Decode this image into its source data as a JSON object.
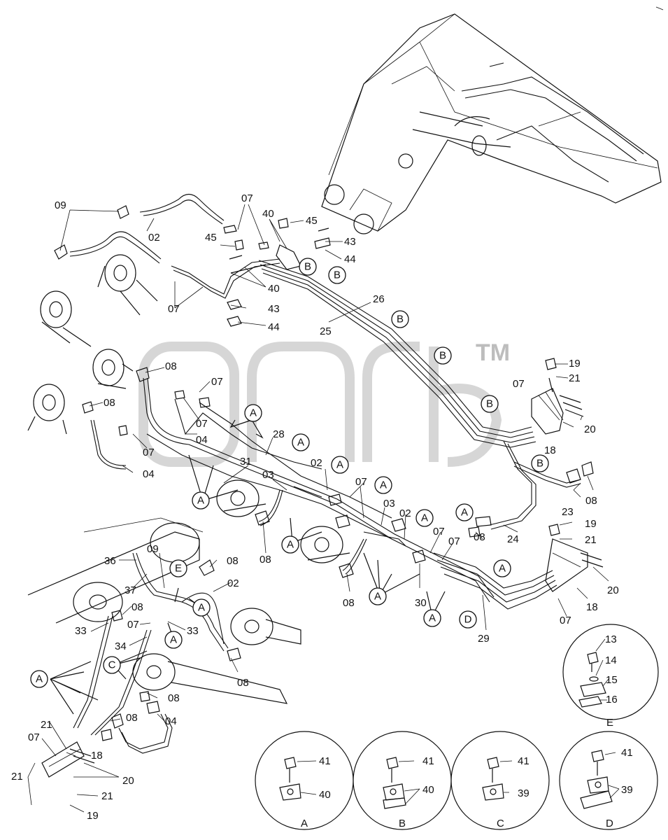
{
  "diagram": {
    "watermark": {
      "text": "",
      "trademark": "TM"
    },
    "part_labels": [
      {
        "id": "p09a",
        "text": "09"
      },
      {
        "id": "p02a",
        "text": "02"
      },
      {
        "id": "p07a",
        "text": "07"
      },
      {
        "id": "p40a",
        "text": "40"
      },
      {
        "id": "p45a",
        "text": "45"
      },
      {
        "id": "p45b",
        "text": "45"
      },
      {
        "id": "p43a",
        "text": "43"
      },
      {
        "id": "p44a",
        "text": "44"
      },
      {
        "id": "p40b",
        "text": "40"
      },
      {
        "id": "p07b",
        "text": "07"
      },
      {
        "id": "p43b",
        "text": "43"
      },
      {
        "id": "p44b",
        "text": "44"
      },
      {
        "id": "p26",
        "text": "26"
      },
      {
        "id": "p25",
        "text": "25"
      },
      {
        "id": "p19a",
        "text": "19"
      },
      {
        "id": "p21a",
        "text": "21"
      },
      {
        "id": "p07c",
        "text": "07"
      },
      {
        "id": "p20a",
        "text": "20"
      },
      {
        "id": "p18a",
        "text": "18"
      },
      {
        "id": "p08a",
        "text": "08"
      },
      {
        "id": "p08b",
        "text": "08"
      },
      {
        "id": "p07d",
        "text": "07"
      },
      {
        "id": "p07e",
        "text": "07"
      },
      {
        "id": "p07f",
        "text": "07"
      },
      {
        "id": "p04a",
        "text": "04"
      },
      {
        "id": "p04b",
        "text": "04"
      },
      {
        "id": "p28",
        "text": "28"
      },
      {
        "id": "p31",
        "text": "31"
      },
      {
        "id": "p03a",
        "text": "03"
      },
      {
        "id": "p02b",
        "text": "02"
      },
      {
        "id": "p07g",
        "text": "07"
      },
      {
        "id": "p03b",
        "text": "03"
      },
      {
        "id": "p02c",
        "text": "02"
      },
      {
        "id": "p07h",
        "text": "07"
      },
      {
        "id": "p07i",
        "text": "07"
      },
      {
        "id": "p08c",
        "text": "08"
      },
      {
        "id": "p23",
        "text": "23"
      },
      {
        "id": "p08d",
        "text": "08"
      },
      {
        "id": "p24",
        "text": "24"
      },
      {
        "id": "p08e",
        "text": "08"
      },
      {
        "id": "p08f",
        "text": "08"
      },
      {
        "id": "p30",
        "text": "30"
      },
      {
        "id": "p29",
        "text": "29"
      },
      {
        "id": "p19b",
        "text": "19"
      },
      {
        "id": "p21b",
        "text": "21"
      },
      {
        "id": "p20b",
        "text": "20"
      },
      {
        "id": "p18b",
        "text": "18"
      },
      {
        "id": "p07j",
        "text": "07"
      },
      {
        "id": "p36",
        "text": "36"
      },
      {
        "id": "p09b",
        "text": "09"
      },
      {
        "id": "p08g",
        "text": "08"
      },
      {
        "id": "p02d",
        "text": "02"
      },
      {
        "id": "p37",
        "text": "37"
      },
      {
        "id": "p08h",
        "text": "08"
      },
      {
        "id": "p07k",
        "text": "07"
      },
      {
        "id": "p33a",
        "text": "33"
      },
      {
        "id": "p33b",
        "text": "33"
      },
      {
        "id": "p34",
        "text": "34"
      },
      {
        "id": "p08i",
        "text": "08"
      },
      {
        "id": "p08j",
        "text": "08"
      },
      {
        "id": "p08k",
        "text": "08"
      },
      {
        "id": "p04c",
        "text": "04"
      },
      {
        "id": "p21c",
        "text": "21"
      },
      {
        "id": "p07l",
        "text": "07"
      },
      {
        "id": "p18c",
        "text": "18"
      },
      {
        "id": "p21d",
        "text": "21"
      },
      {
        "id": "p20c",
        "text": "20"
      },
      {
        "id": "p21e",
        "text": "21"
      },
      {
        "id": "p19c",
        "text": "19"
      },
      {
        "id": "p13",
        "text": "13"
      },
      {
        "id": "p14",
        "text": "14"
      },
      {
        "id": "p15",
        "text": "15"
      },
      {
        "id": "p16",
        "text": "16"
      },
      {
        "id": "pE",
        "text": "E"
      },
      {
        "id": "p41a",
        "text": "41"
      },
      {
        "id": "p40c",
        "text": "40"
      },
      {
        "id": "pA",
        "text": "A"
      },
      {
        "id": "p41b",
        "text": "41"
      },
      {
        "id": "p40d",
        "text": "40"
      },
      {
        "id": "pB",
        "text": "B"
      },
      {
        "id": "p41c",
        "text": "41"
      },
      {
        "id": "p39a",
        "text": "39"
      },
      {
        "id": "pC",
        "text": "C"
      },
      {
        "id": "p41d",
        "text": "41"
      },
      {
        "id": "p39b",
        "text": "39"
      },
      {
        "id": "pD",
        "text": "D"
      }
    ],
    "callouts": [
      {
        "id": "cB1",
        "text": "B"
      },
      {
        "id": "cB2",
        "text": "B"
      },
      {
        "id": "cB3",
        "text": "B"
      },
      {
        "id": "cB4",
        "text": "B"
      },
      {
        "id": "cB5",
        "text": "B"
      },
      {
        "id": "cB6",
        "text": "B"
      },
      {
        "id": "cA1",
        "text": "A"
      },
      {
        "id": "cA2",
        "text": "A"
      },
      {
        "id": "cA3",
        "text": "A"
      },
      {
        "id": "cA4",
        "text": "A"
      },
      {
        "id": "cA5",
        "text": "A"
      },
      {
        "id": "cA6",
        "text": "A"
      },
      {
        "id": "cA7",
        "text": "A"
      },
      {
        "id": "cA8",
        "text": "A"
      },
      {
        "id": "cA9",
        "text": "A"
      },
      {
        "id": "cA10",
        "text": "A"
      },
      {
        "id": "cA11",
        "text": "A"
      },
      {
        "id": "cA12",
        "text": "A"
      },
      {
        "id": "cA13",
        "text": "A"
      },
      {
        "id": "cA14",
        "text": "A"
      },
      {
        "id": "cD1",
        "text": "D"
      },
      {
        "id": "cE1",
        "text": "E"
      },
      {
        "id": "cC1",
        "text": "C"
      }
    ]
  }
}
